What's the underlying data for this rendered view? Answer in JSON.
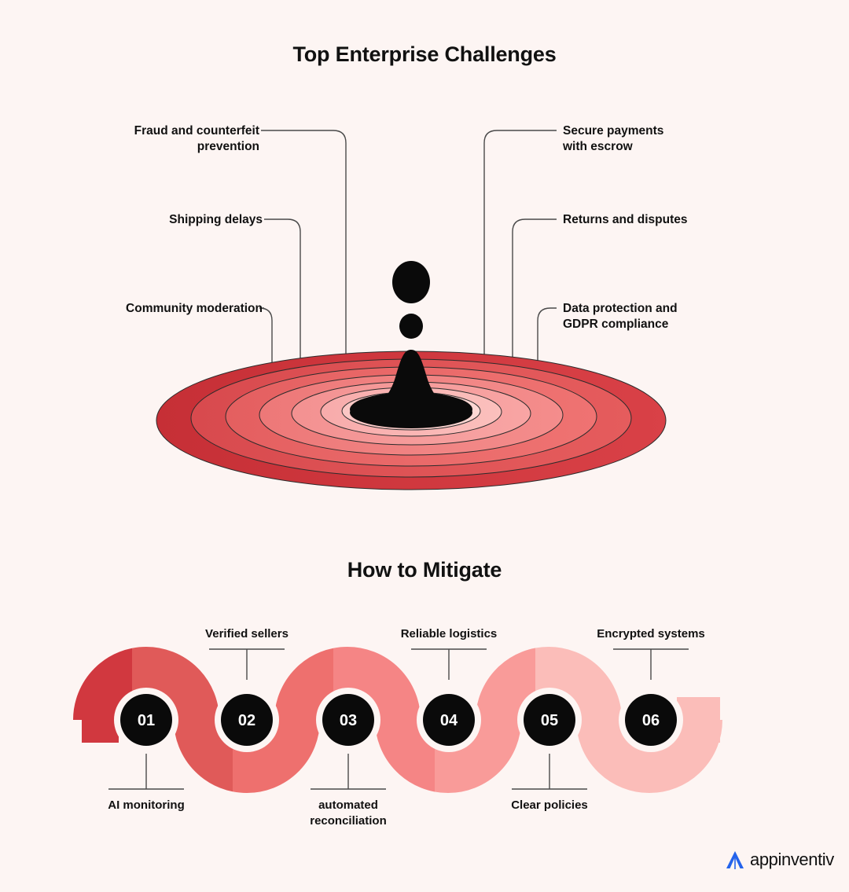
{
  "page": {
    "background_color": "#fdf5f3",
    "text_color": "#111111"
  },
  "sections": {
    "challenges": {
      "title": "Top Enterprise Challenges",
      "left_callouts": [
        {
          "label": "Fraud and counterfeit\nprevention"
        },
        {
          "label": "Shipping delays"
        },
        {
          "label": "Community moderation"
        }
      ],
      "right_callouts": [
        {
          "label": "Secure payments\nwith escrow"
        },
        {
          "label": "Returns and disputes"
        },
        {
          "label": "Data protection and\nGDPR compliance"
        }
      ],
      "graphic": {
        "name": "ripple-splash-diagram",
        "ring_colors": [
          "#d1353c",
          "#de4f53",
          "#ea6365",
          "#f07b7b",
          "#f59393",
          "#f9aeae",
          "#fbc8c6",
          "#fcdad6"
        ],
        "droplet_color": "#0a0a0a",
        "outline_color": "#1a1a1a"
      }
    },
    "mitigate": {
      "title": "How to Mitigate",
      "graphic": {
        "name": "serpentine-wave-diagram",
        "segment_colors": [
          "#d1383f",
          "#e05a59",
          "#ee706e",
          "#f58585",
          "#f99b99",
          "#fbbdb9"
        ]
      },
      "steps": [
        {
          "number": "01",
          "label": "AI monitoring",
          "position": "below"
        },
        {
          "number": "02",
          "label": "Verified sellers",
          "position": "above"
        },
        {
          "number": "03",
          "label": "automated\nreconciliation",
          "position": "below"
        },
        {
          "number": "04",
          "label": "Reliable logistics",
          "position": "above"
        },
        {
          "number": "05",
          "label": "Clear policies",
          "position": "below"
        },
        {
          "number": "06",
          "label": "Encrypted systems",
          "position": "above"
        }
      ]
    }
  },
  "brand": {
    "name": "appinventiv",
    "mark_color": "#2463eb",
    "mark_name": "appinventiv-logo-mark"
  }
}
